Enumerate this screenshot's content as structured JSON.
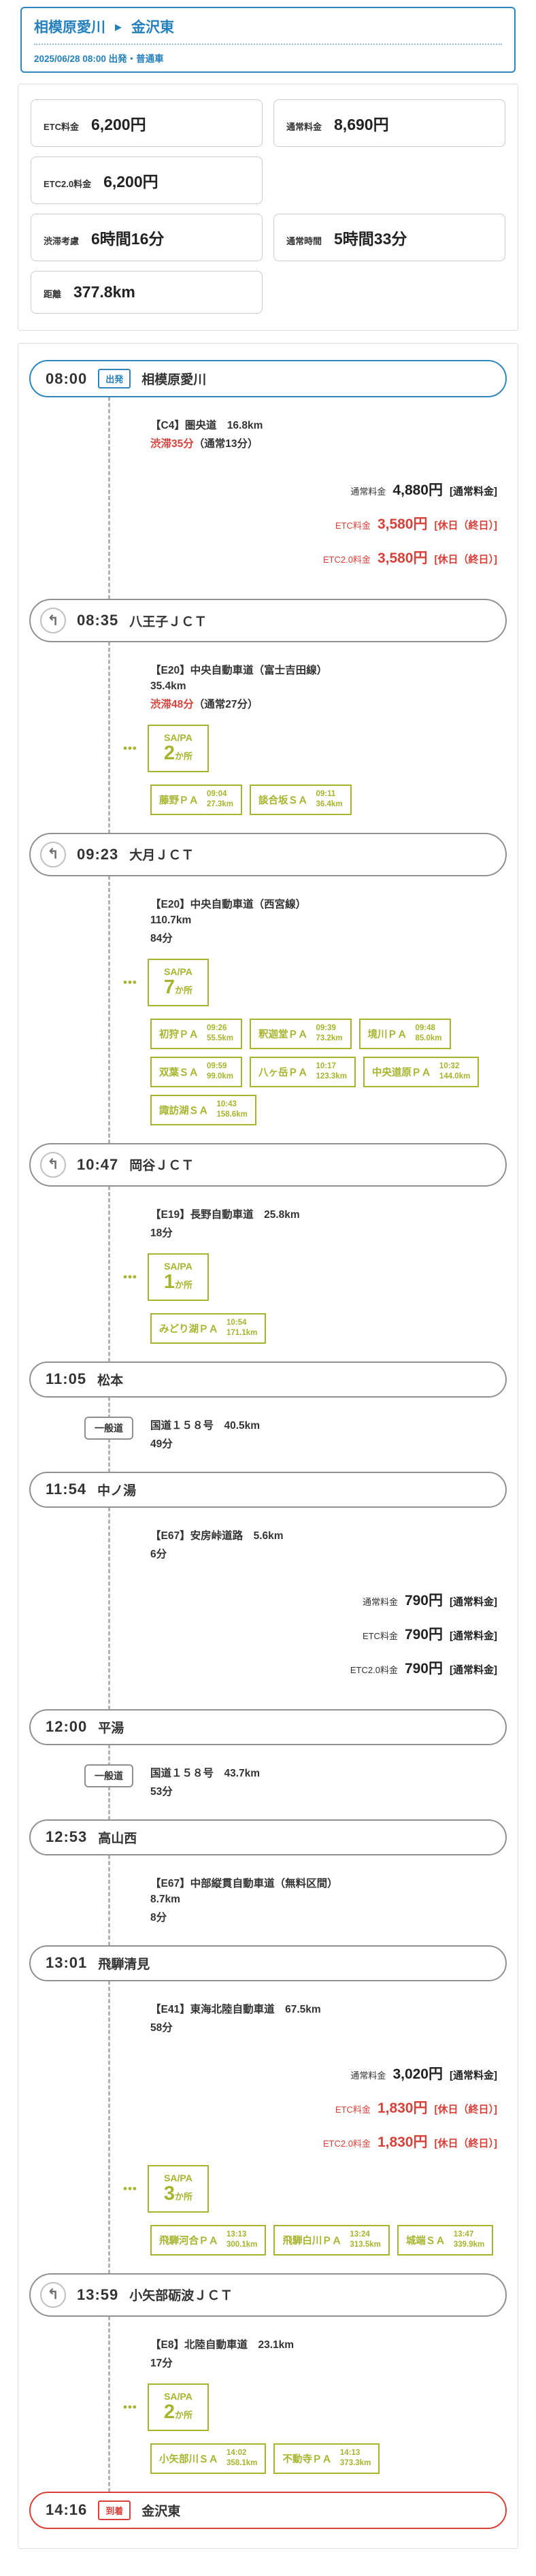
{
  "header": {
    "from": "相模原愛川",
    "arrow": "▶",
    "to": "金沢東",
    "subtitle": "2025/06/28 08:00 出発・普通車"
  },
  "summary": {
    "rows": [
      [
        {
          "label": "ETC料金",
          "value": "6,200円"
        },
        {
          "label": "通常料金",
          "value": "8,690円"
        }
      ],
      [
        {
          "label": "ETC2.0料金",
          "value": "6,200円"
        }
      ],
      [
        {
          "label": "渋滞考慮",
          "value": "6時間16分"
        },
        {
          "label": "通常時間",
          "value": "5時間33分"
        }
      ],
      [
        {
          "label": "距離",
          "value": "377.8km"
        }
      ]
    ]
  },
  "colors": {
    "accent_blue": "#2e86be",
    "accent_red": "#d8403a",
    "accent_green": "#a6b42e",
    "gray_border": "#919191"
  },
  "icons": {
    "junction": "↰",
    "dots": "•••"
  },
  "sapa_labels": {
    "label": "SA/PA",
    "unit": "か所"
  },
  "timeline": [
    {
      "type": "station",
      "time": "08:00",
      "name": "相模原愛川",
      "badge": "出発",
      "style": "departure"
    },
    {
      "type": "segment",
      "lines": [
        "【C4】圏央道　16.8km"
      ],
      "congestion": {
        "delay": "渋滞35分",
        "normal": "（通常13分）"
      },
      "fees": [
        {
          "label": "通常料金",
          "value": "4,880円",
          "note": "[通常料金]",
          "red": false
        },
        {
          "label": "ETC料金",
          "value": "3,580円",
          "note": "[休日（終日）]",
          "red": true
        },
        {
          "label": "ETC2.0料金",
          "value": "3,580円",
          "note": "[休日（終日）]",
          "red": true
        }
      ]
    },
    {
      "type": "station",
      "time": "08:35",
      "name": "八王子ＪＣＴ",
      "icon": "junction",
      "style": "via"
    },
    {
      "type": "segment",
      "lines": [
        "【E20】中央自動車道（富士吉田線）",
        "35.4km"
      ],
      "congestion": {
        "delay": "渋滞48分",
        "normal": "（通常27分）"
      },
      "sapa": {
        "count": "2",
        "items": [
          {
            "name": "藤野ＰＡ",
            "time": "09:04",
            "dist": "27.3km"
          },
          {
            "name": "談合坂ＳＡ",
            "time": "09:11",
            "dist": "36.4km"
          }
        ]
      }
    },
    {
      "type": "station",
      "time": "09:23",
      "name": "大月ＪＣＴ",
      "icon": "junction",
      "style": "via"
    },
    {
      "type": "segment",
      "lines": [
        "【E20】中央自動車道（西宮線）",
        "110.7km",
        "84分"
      ],
      "sapa": {
        "count": "7",
        "items": [
          {
            "name": "初狩ＰＡ",
            "time": "09:26",
            "dist": "55.5km"
          },
          {
            "name": "釈迦堂ＰＡ",
            "time": "09:39",
            "dist": "73.2km"
          },
          {
            "name": "境川ＰＡ",
            "time": "09:48",
            "dist": "85.0km"
          },
          {
            "name": "双葉ＳＡ",
            "time": "09:59",
            "dist": "99.0km"
          },
          {
            "name": "八ヶ岳ＰＡ",
            "time": "10:17",
            "dist": "123.3km"
          },
          {
            "name": "中央道原ＰＡ",
            "time": "10:32",
            "dist": "144.0km"
          },
          {
            "name": "諏訪湖ＳＡ",
            "time": "10:43",
            "dist": "158.6km"
          }
        ]
      }
    },
    {
      "type": "station",
      "time": "10:47",
      "name": "岡谷ＪＣＴ",
      "icon": "junction",
      "style": "via"
    },
    {
      "type": "segment",
      "lines": [
        "【E19】長野自動車道　25.8km",
        "18分"
      ],
      "sapa": {
        "count": "1",
        "items": [
          {
            "name": "みどり湖ＰＡ",
            "time": "10:54",
            "dist": "171.1km"
          }
        ]
      }
    },
    {
      "type": "station",
      "time": "11:05",
      "name": "松本",
      "style": "via"
    },
    {
      "type": "segment",
      "road_badge": "一般道",
      "lines": [
        "国道１５８号　40.5km",
        "49分"
      ]
    },
    {
      "type": "station",
      "time": "11:54",
      "name": "中ノ湯",
      "style": "via"
    },
    {
      "type": "segment",
      "lines": [
        "【E67】安房峠道路　5.6km",
        "6分"
      ],
      "fees": [
        {
          "label": "通常料金",
          "value": "790円",
          "note": "[通常料金]",
          "red": false
        },
        {
          "label": "ETC料金",
          "value": "790円",
          "note": "[通常料金]",
          "red": false
        },
        {
          "label": "ETC2.0料金",
          "value": "790円",
          "note": "[通常料金]",
          "red": false
        }
      ]
    },
    {
      "type": "station",
      "time": "12:00",
      "name": "平湯",
      "style": "via"
    },
    {
      "type": "segment",
      "road_badge": "一般道",
      "lines": [
        "国道１５８号　43.7km",
        "53分"
      ]
    },
    {
      "type": "station",
      "time": "12:53",
      "name": "高山西",
      "style": "via"
    },
    {
      "type": "segment",
      "lines": [
        "【E67】中部縦貫自動車道（無料区間）",
        "8.7km",
        "8分"
      ]
    },
    {
      "type": "station",
      "time": "13:01",
      "name": "飛騨清見",
      "style": "via"
    },
    {
      "type": "segment",
      "lines": [
        "【E41】東海北陸自動車道　67.5km",
        "58分"
      ],
      "fees": [
        {
          "label": "通常料金",
          "value": "3,020円",
          "note": "[通常料金]",
          "red": false
        },
        {
          "label": "ETC料金",
          "value": "1,830円",
          "note": "[休日（終日）]",
          "red": true
        },
        {
          "label": "ETC2.0料金",
          "value": "1,830円",
          "note": "[休日（終日）]",
          "red": true
        }
      ],
      "sapa": {
        "count": "3",
        "items": [
          {
            "name": "飛騨河合ＰＡ",
            "time": "13:13",
            "dist": "300.1km"
          },
          {
            "name": "飛騨白川ＰＡ",
            "time": "13:24",
            "dist": "313.5km"
          },
          {
            "name": "城端ＳＡ",
            "time": "13:47",
            "dist": "339.9km"
          }
        ]
      }
    },
    {
      "type": "station",
      "time": "13:59",
      "name": "小矢部砺波ＪＣＴ",
      "icon": "junction",
      "style": "via"
    },
    {
      "type": "segment",
      "lines": [
        "【E8】北陸自動車道　23.1km",
        "17分"
      ],
      "sapa": {
        "count": "2",
        "items": [
          {
            "name": "小矢部川ＳＡ",
            "time": "14:02",
            "dist": "358.1km"
          },
          {
            "name": "不動寺ＰＡ",
            "time": "14:13",
            "dist": "373.3km"
          }
        ]
      }
    },
    {
      "type": "station",
      "time": "14:16",
      "name": "金沢東",
      "badge": "到着",
      "style": "arrival"
    }
  ]
}
